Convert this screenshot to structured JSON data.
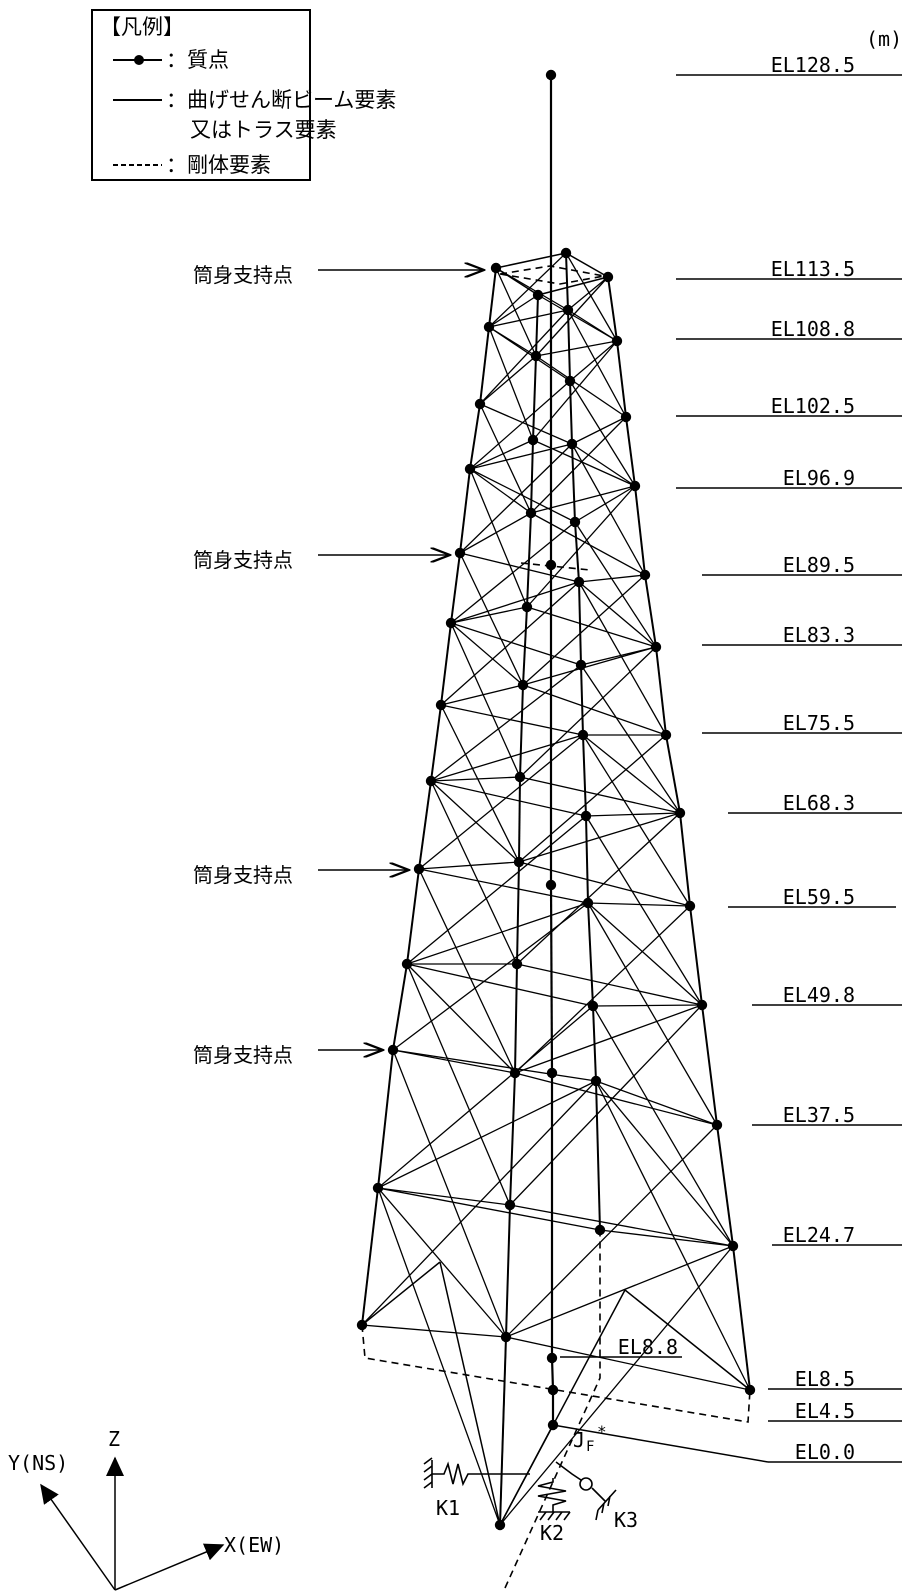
{
  "legend": {
    "title": "【凡例】",
    "mass_point": "：質点",
    "beam_line1": "：曲げせん断ビーム要素",
    "beam_line2": "又はトラス要素",
    "rigid": "：剛体要素"
  },
  "unit": "(m)",
  "elevations": [
    "EL128.5",
    "EL113.5",
    "EL108.8",
    "EL102.5",
    "EL96.9",
    "EL89.5",
    "EL83.3",
    "EL75.5",
    "EL68.3",
    "EL59.5",
    "EL49.8",
    "EL37.5",
    "EL24.7",
    "EL8.8",
    "EL8.5",
    "EL4.5",
    "EL0.0"
  ],
  "support_label": "筒身支持点",
  "springs": {
    "k1": "K1",
    "k2": "K2",
    "k3": "K3"
  },
  "jf_label": "J",
  "jf_sub": "F",
  "jf_sup": "*",
  "axes": {
    "y": "Y(NS)",
    "z": "Z",
    "x": "X(EW)"
  }
}
